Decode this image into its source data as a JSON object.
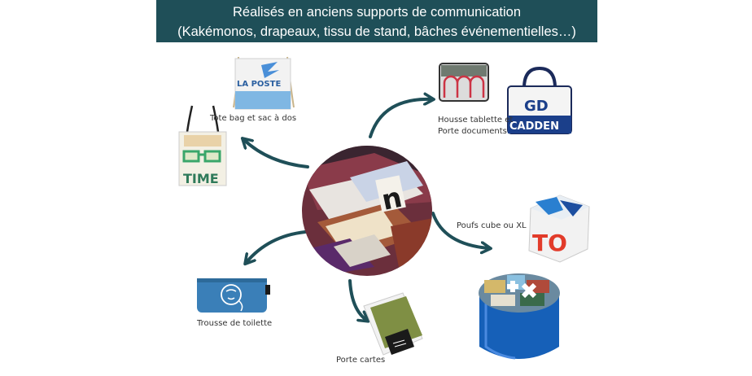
{
  "banner": {
    "line1": "Réalisés en anciens supports de communication",
    "line2": "(Kakémonos, drapeaux, tissu de stand, bâches événementielles…)"
  },
  "labels": {
    "tote": "Tote bag et sac à dos",
    "housse_line1": "Housse tablette et",
    "housse_line2": "Porte documents",
    "poufs": "Poufs cube ou XL",
    "trousse": "Trousse de toilette",
    "porte_cartes": "Porte cartes"
  },
  "product_print": {
    "la_poste": "LA POSTE",
    "time": "TIME",
    "gd": "GD",
    "cadden": "CADDEN",
    "to": "TO"
  },
  "colors": {
    "banner_bg": "#1f4f58",
    "arrow": "#1f4f58",
    "pouf_blue": "#1660b8"
  }
}
